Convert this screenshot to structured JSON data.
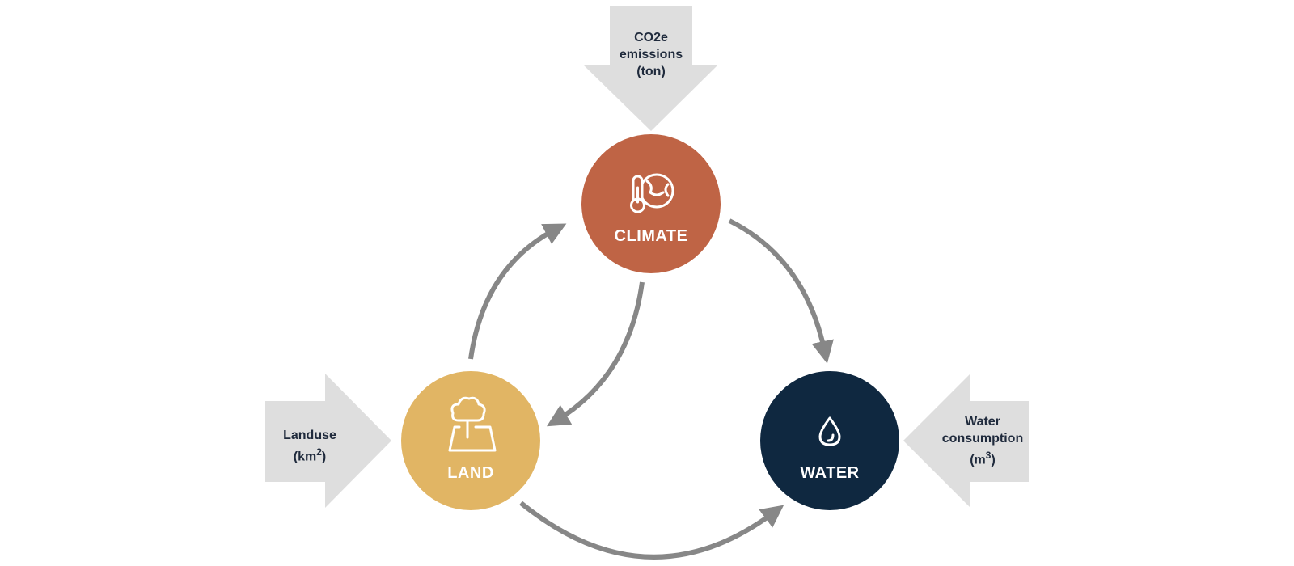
{
  "nodes": {
    "climate": {
      "label": "CLIMATE",
      "color": "#BF6445",
      "icon": "thermometer-globe-icon"
    },
    "land": {
      "label": "LAND",
      "color": "#E1B564",
      "icon": "tree-plot-icon"
    },
    "water": {
      "label": "WATER",
      "color": "#0F2840",
      "icon": "water-drop-icon"
    }
  },
  "inputs": {
    "co2": {
      "line1": "CO2e",
      "line2": "emissions",
      "line3": "(ton)"
    },
    "landuse": {
      "line1": "Landuse",
      "line2_pre": "(km",
      "line2_sup": "2",
      "line2_post": ")"
    },
    "water": {
      "line1": "Water",
      "line2": "consumption",
      "line3_pre": "(m",
      "line3_sup": "3",
      "line3_post": ")"
    }
  },
  "colors": {
    "input_arrow": "#DEDEDE",
    "cycle_arrow": "#878787",
    "input_text": "#1F2A3C"
  }
}
